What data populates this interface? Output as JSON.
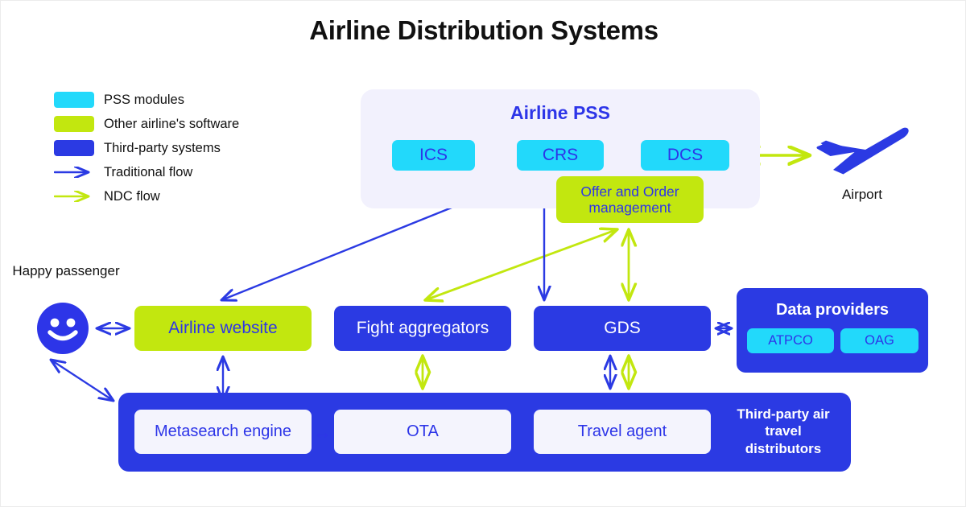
{
  "page": {
    "title": "Airline Distribution Systems",
    "background": "#ffffff"
  },
  "colors": {
    "cyan_pss_module": "#22d9fb",
    "green_other_airline_software": "#c2e70f",
    "blue_third_party": "#2b3ae3",
    "blue_text": "#2d35e8",
    "panel_lavender": "#f2f1fd",
    "inner_box_light": "#f4f4fd",
    "traditional_flow_arrow": "#2b3ae3",
    "ndc_flow_arrow": "#c2e70f",
    "title_text": "#111111"
  },
  "legend": {
    "items": [
      {
        "type": "swatch",
        "color": "#22d9fb",
        "label": "PSS modules",
        "icon": "color-swatch"
      },
      {
        "type": "swatch",
        "color": "#c2e70f",
        "label": "Other airline's software",
        "icon": "color-swatch"
      },
      {
        "type": "swatch",
        "color": "#2b3ae3",
        "label": "Third-party systems",
        "icon": "color-swatch"
      },
      {
        "type": "line",
        "color": "#2b3ae3",
        "label": "Traditional flow",
        "icon": "arrow-right-icon"
      },
      {
        "type": "line",
        "color": "#c2e70f",
        "label": "NDC flow",
        "icon": "arrow-right-icon"
      }
    ]
  },
  "pss_panel": {
    "title": "Airline PSS",
    "modules": [
      {
        "id": "ics",
        "label": "ICS"
      },
      {
        "id": "crs",
        "label": "CRS"
      },
      {
        "id": "dcs",
        "label": "DCS"
      }
    ],
    "offer_order": {
      "label": "Offer and Order management"
    }
  },
  "airport": {
    "label": "Airport",
    "icon": "airplane-takeoff-icon"
  },
  "passenger": {
    "label": "Happy passenger",
    "icon": "smiley-face-icon"
  },
  "middle_row": [
    {
      "id": "airline-website",
      "label": "Airline website",
      "category": "other-airline-software"
    },
    {
      "id": "flight-aggregators",
      "label": "Fight aggregators",
      "category": "third-party"
    },
    {
      "id": "gds",
      "label": "GDS",
      "category": "third-party"
    }
  ],
  "data_providers": {
    "title": "Data providers",
    "chips": [
      {
        "id": "atpco",
        "label": "ATPCO"
      },
      {
        "id": "oag",
        "label": "OAG"
      }
    ]
  },
  "third_party_distributors": {
    "caption": "Third-party air travel distributors",
    "items": [
      {
        "id": "metasearch-engine",
        "label": "Metasearch engine"
      },
      {
        "id": "ota",
        "label": "OTA"
      },
      {
        "id": "travel-agent",
        "label": "Travel agent"
      }
    ]
  },
  "connectors": [
    {
      "from": "ICS",
      "to": "CRS",
      "flow": "traditional",
      "bidirectional": true
    },
    {
      "from": "CRS",
      "to": "DCS",
      "flow": "traditional",
      "bidirectional": true
    },
    {
      "from": "DCS",
      "to": "Airport",
      "flow": "ndc",
      "bidirectional": true
    },
    {
      "from": "Airline website",
      "to": "CRS",
      "flow": "traditional",
      "bidirectional": true
    },
    {
      "from": "Fight aggregators",
      "to": "Offer and Order management",
      "flow": "ndc",
      "bidirectional": true
    },
    {
      "from": "GDS",
      "to": "CRS",
      "flow": "traditional",
      "bidirectional": true
    },
    {
      "from": "GDS",
      "to": "Offer and Order management",
      "flow": "ndc",
      "bidirectional": true
    },
    {
      "from": "GDS",
      "to": "Data providers",
      "flow": "traditional",
      "bidirectional": true
    },
    {
      "from": "Happy passenger",
      "to": "Airline website",
      "flow": "traditional",
      "bidirectional": true
    },
    {
      "from": "Happy passenger",
      "to": "Third-party distributors",
      "flow": "traditional",
      "bidirectional": true
    },
    {
      "from": "Metasearch engine",
      "to": "Airline website",
      "flow": "traditional",
      "bidirectional": true
    },
    {
      "from": "Metasearch engine",
      "to": "OTA",
      "flow": "traditional",
      "bidirectional": true
    },
    {
      "from": "OTA",
      "to": "Fight aggregators",
      "flow": "ndc",
      "bidirectional": true
    },
    {
      "from": "Travel agent",
      "to": "GDS",
      "flow": "traditional",
      "bidirectional": true
    },
    {
      "from": "Travel agent",
      "to": "GDS",
      "flow": "ndc",
      "bidirectional": true
    }
  ]
}
